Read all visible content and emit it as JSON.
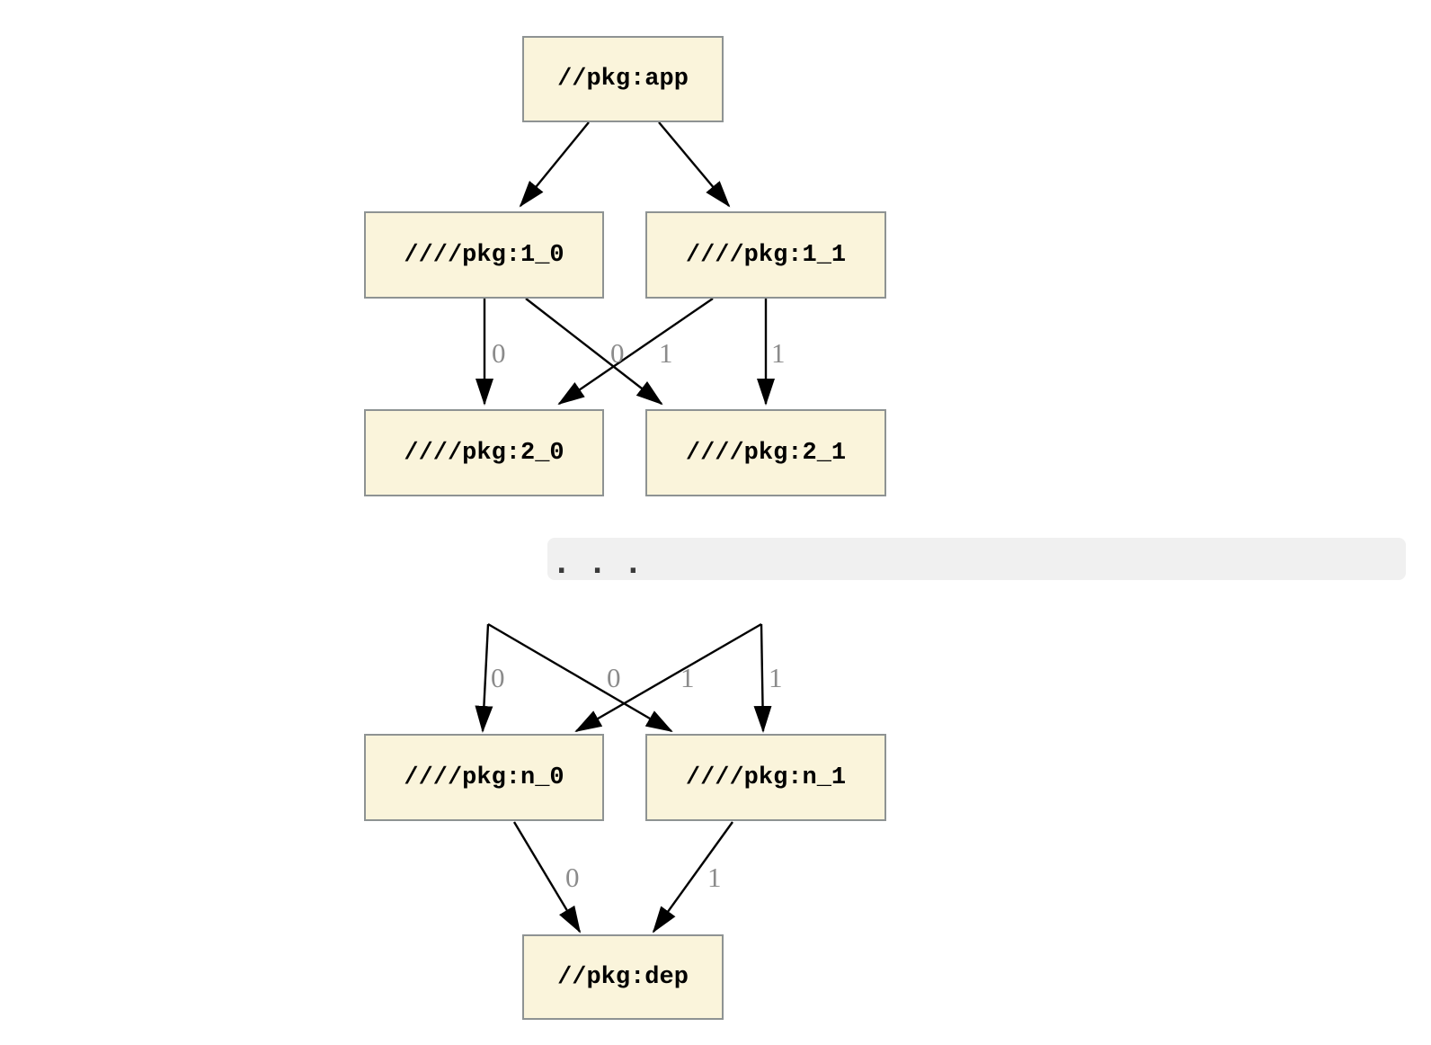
{
  "graph": {
    "nodes": [
      {
        "id": "app",
        "label": "//pkg:app"
      },
      {
        "id": "1_0",
        "label": "////pkg:1_0"
      },
      {
        "id": "1_1",
        "label": "////pkg:1_1"
      },
      {
        "id": "2_0",
        "label": "////pkg:2_0"
      },
      {
        "id": "2_1",
        "label": "////pkg:2_1"
      },
      {
        "id": "n_0",
        "label": "////pkg:n_0"
      },
      {
        "id": "n_1",
        "label": "////pkg:n_1"
      },
      {
        "id": "dep",
        "label": "//pkg:dep"
      }
    ],
    "ellipsis": ". . .",
    "edges": [
      {
        "from": "//pkg:app",
        "to": "////pkg:1_0",
        "label": ""
      },
      {
        "from": "//pkg:app",
        "to": "////pkg:1_1",
        "label": ""
      },
      {
        "from": "////pkg:1_0",
        "to": "////pkg:2_0",
        "label": "0"
      },
      {
        "from": "////pkg:1_0",
        "to": "////pkg:2_1",
        "label": "1"
      },
      {
        "from": "////pkg:1_1",
        "to": "////pkg:2_0",
        "label": "0"
      },
      {
        "from": "////pkg:1_1",
        "to": "////pkg:2_1",
        "label": "1"
      },
      {
        "from": "...",
        "to": "////pkg:n_0",
        "label": "0"
      },
      {
        "from": "...",
        "to": "////pkg:n_1",
        "label": "1"
      },
      {
        "from": "...",
        "to": "////pkg:n_0",
        "label": "0"
      },
      {
        "from": "...",
        "to": "////pkg:n_1",
        "label": "1"
      },
      {
        "from": "////pkg:n_0",
        "to": "//pkg:dep",
        "label": "0"
      },
      {
        "from": "////pkg:n_1",
        "to": "//pkg:dep",
        "label": "1"
      }
    ],
    "colors": {
      "node_fill": "#faf4db",
      "node_border": "#8e9393",
      "edge": "#000000",
      "edge_label": "#8b8b8b",
      "ellipsis_band": "#f0f0f0",
      "ellipsis_dots": "#3a3a3a",
      "background": "#ffffff"
    }
  }
}
